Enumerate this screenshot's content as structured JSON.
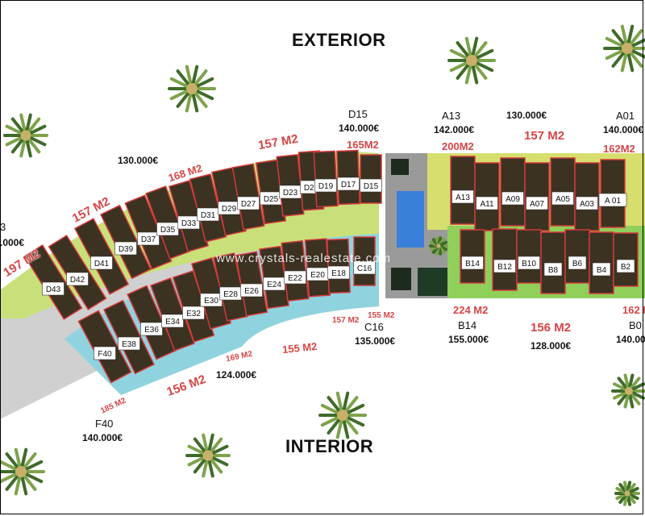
{
  "labels": {
    "exterior": "EXTERIOR",
    "interior": "INTERIOR",
    "watermark": "www.crystals-realestate.com"
  },
  "colors": {
    "exterior_zone": "#c9e07a",
    "interior_zone": "#8fd3df",
    "right_zone": "#8fcf5a",
    "right_upper_zone": "#d6df6e",
    "house_roof": "#3b3222",
    "house_border": "#d23a3a",
    "area_text": "#d64545",
    "pool": "#3a7fd9"
  },
  "plots": {
    "d15": {
      "name": "D15",
      "price": "140.000€"
    },
    "a13": {
      "name": "A13",
      "price": "142.000€"
    },
    "a01": {
      "name": "A01",
      "price": "140.000€"
    },
    "c16": {
      "name": "C16",
      "price": "135.000€"
    },
    "b14": {
      "name": "B14",
      "price": "155.000€"
    },
    "b02": {
      "name": "B0",
      "price": "140.00"
    },
    "f40": {
      "name": "F40",
      "price": "140.000€"
    },
    "d43": {
      "name": "3",
      "price": ".000€"
    },
    "d_mid": {
      "price": "130.000€"
    },
    "a_mid": {
      "price": "130.000€"
    },
    "b_mid": {
      "price": "128.000€"
    },
    "e_mid": {
      "price": "124.000€"
    }
  },
  "areas": {
    "d_row_left": "197 M2",
    "d_row_a": "157 M2",
    "d_row_b": "168 M2",
    "d_row_c": "157 M2",
    "d_row_end": "165M2",
    "a_row_left": "200M2",
    "a_row_mid": "157 M2",
    "a_row_right": "162M2",
    "b_row_left": "224 M2",
    "b_row_mid": "156 M2",
    "b_row_right": "162 M",
    "e_row_left": "185 M2",
    "e_row_a": "156 M2",
    "e_row_b": "169 M2",
    "e_row_c": "155 M2",
    "e_row_d": "157 M2",
    "e_row_end": "155 M2"
  },
  "units_d": [
    "D43",
    "D42",
    "D41",
    "D39",
    "D37",
    "D35",
    "D33",
    "D31",
    "D29",
    "D27",
    "D25",
    "D23",
    "D21",
    "D19",
    "D17",
    "D15"
  ],
  "units_e": [
    "F40",
    "E38",
    "E36",
    "E34",
    "E32",
    "E30",
    "E28",
    "E26",
    "E24",
    "E22",
    "E20",
    "E18",
    "C16"
  ],
  "units_a": [
    "A13",
    "A11",
    "A09",
    "A07",
    "A05",
    "A03",
    "A 01"
  ],
  "units_b": [
    "B14",
    "B12",
    "B10",
    "B8",
    "B6",
    "B4",
    "B2"
  ]
}
